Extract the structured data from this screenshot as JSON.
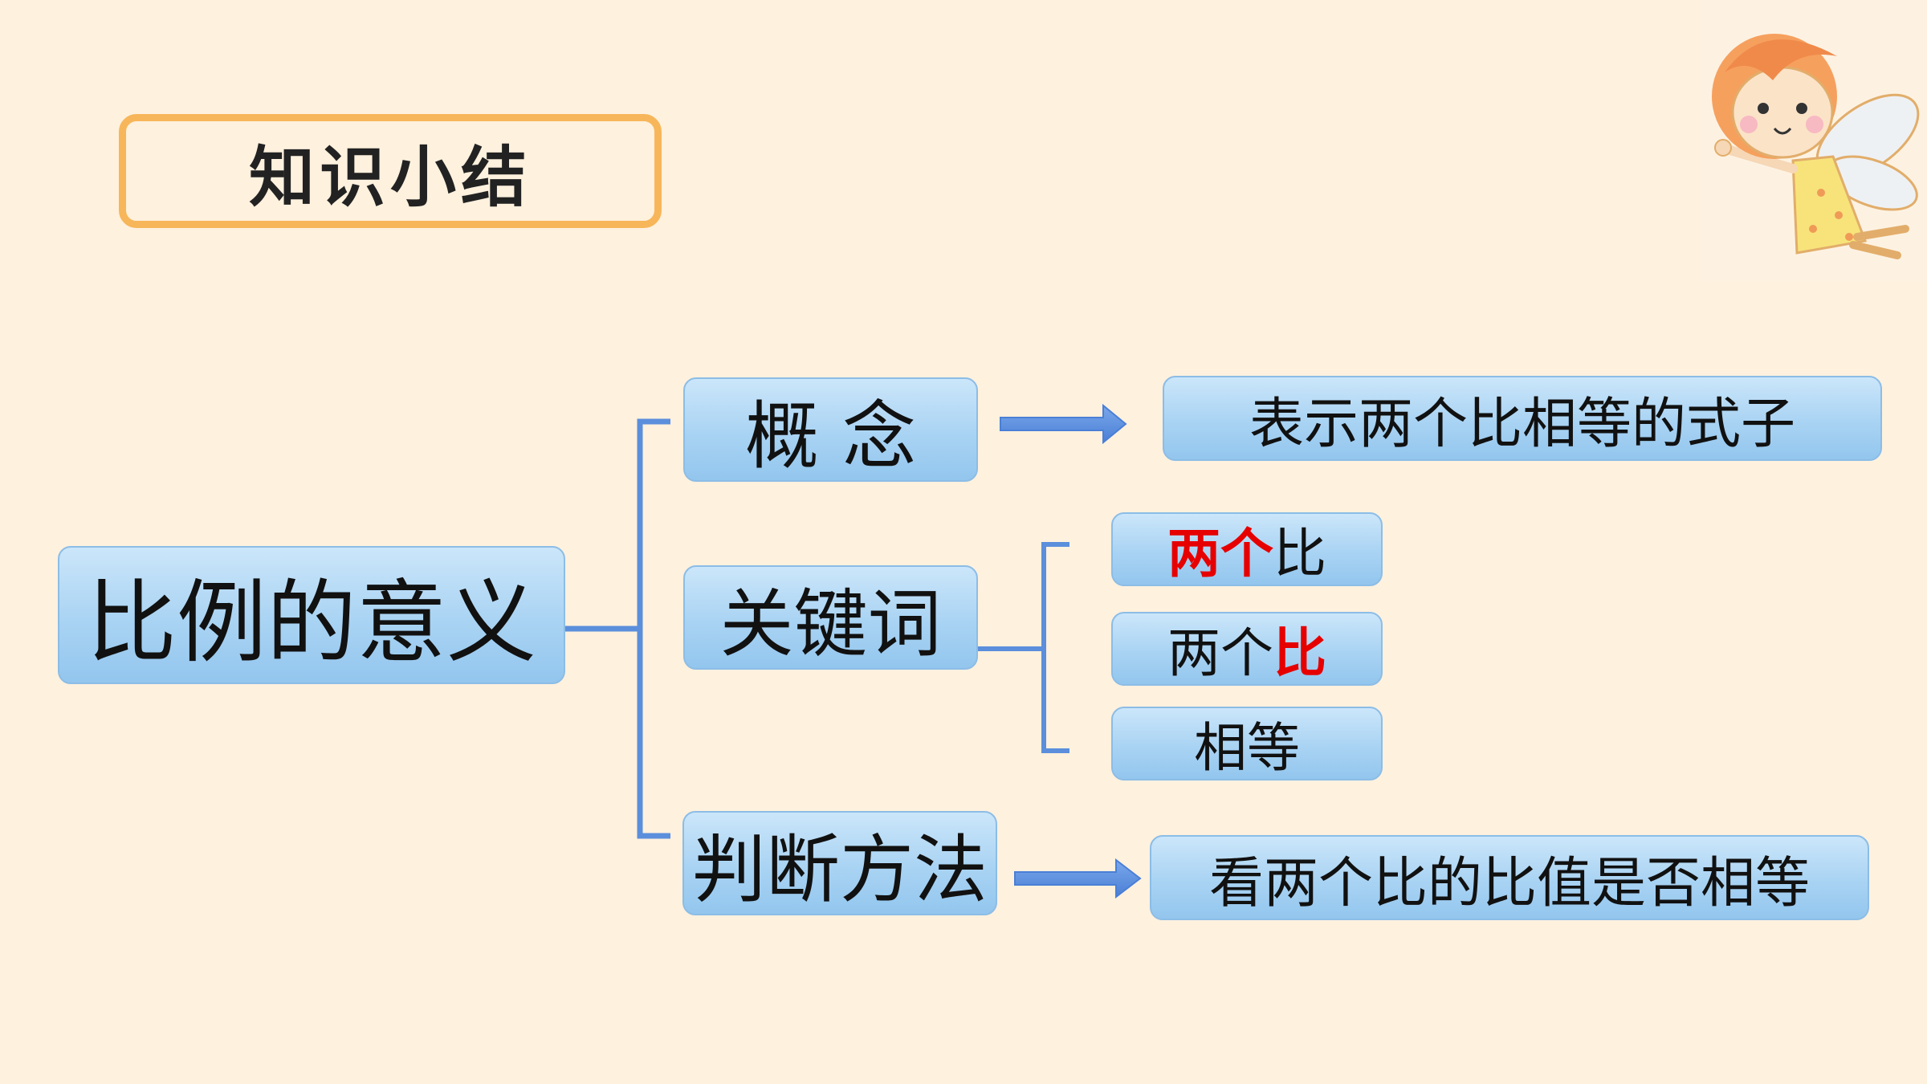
{
  "title": "知识小结",
  "root": {
    "label": "比例的意义"
  },
  "branches": {
    "concept": {
      "label": "概 念",
      "detail": "表示两个比相等的式子"
    },
    "keywords": {
      "label": "关键词",
      "items": [
        {
          "highlight": "两个",
          "rest": "比"
        },
        {
          "plain": "两个",
          "highlight": "比"
        },
        {
          "label": "相等"
        }
      ]
    },
    "method": {
      "label": "判断方法",
      "detail": "看两个比的比值是否相等"
    }
  },
  "colors": {
    "background": "#fef1de",
    "title_border": "#f7b65a",
    "node_fill": "#a9d3f3",
    "connector": "#5b8fdc",
    "highlight": "#e60000"
  },
  "icons": {
    "decoration": "fairy-girl-illustration"
  }
}
